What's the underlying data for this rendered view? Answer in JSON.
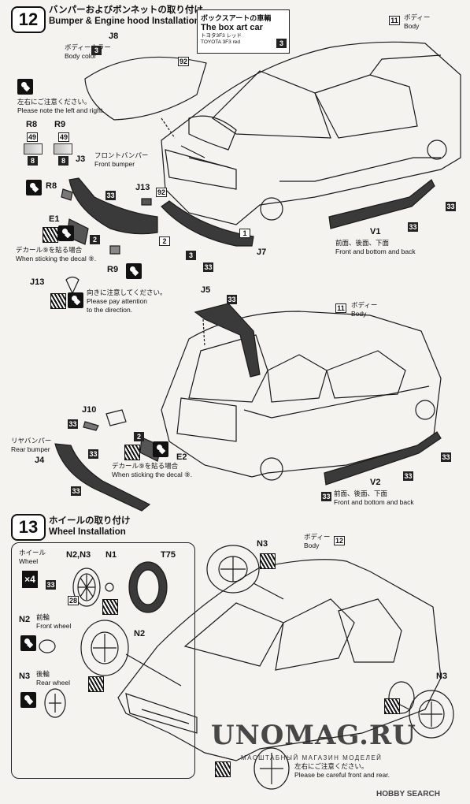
{
  "step12": {
    "number": "12",
    "title_jp": "バンパーおよびボンネットの取り付け",
    "title_en": "Bumper & Engine hood Installation"
  },
  "boxart": {
    "jp": "ボックスアートの車輌",
    "en": "The box art car",
    "color_jp": "トヨタ3F3 レッド",
    "color_en": "TOYOTA 3F3 red",
    "code": "3"
  },
  "body_ref_top": {
    "num": "11",
    "jp": "ボディー",
    "en": "Body"
  },
  "hood": {
    "part": "J8",
    "color_jp": "ボディーカラー",
    "color_en": "Body color",
    "code": "3",
    "decal": "92"
  },
  "note_lr": {
    "jp": "左右にご注意ください。",
    "en": "Please note the left and right."
  },
  "r8": {
    "label": "R8",
    "num": "49",
    "code": "8"
  },
  "r9": {
    "label": "R9",
    "num": "49",
    "code": "8"
  },
  "front_bumper": {
    "part": "J3",
    "jp": "フロントバンパー",
    "en": "Front bumper",
    "code": "33"
  },
  "r8_small": "R8",
  "j13": "J13",
  "j13_decal": "92",
  "e1": {
    "part": "E1",
    "code": "2"
  },
  "decal_note_front": {
    "jp": "デカール⑨を貼る場合",
    "en": "When sticking the decal ⑨."
  },
  "r9_small": "R9",
  "j7": {
    "part": "J7",
    "code": "3",
    "code2": "33"
  },
  "mark2": "2",
  "mark1": "1",
  "v1": {
    "part": "V1",
    "code": "33",
    "code2": "33",
    "jp": "前面、後面、下面",
    "en": "Front and bottom and back"
  },
  "j13_note": {
    "part": "J13",
    "jp": "向きに注意してください。",
    "en1": "Please pay attention",
    "en2": "to the direction."
  },
  "j5": {
    "part": "J5",
    "code": "33"
  },
  "body_ref_mid": {
    "num": "11",
    "jp": "ボディー",
    "en": "Body"
  },
  "j10": {
    "part": "J10",
    "code": "33"
  },
  "rear_bumper": {
    "part": "J4",
    "jp": "リヤバンパー",
    "en": "Rear bumper",
    "code": "33",
    "code2": "33"
  },
  "e2": {
    "part": "E2",
    "code": "2"
  },
  "decal_note_rear": {
    "jp": "デカール⑨を貼る場合",
    "en": "When sticking the decal ⑨."
  },
  "v2": {
    "part": "V2",
    "code": "33",
    "code2": "33",
    "code3": "33",
    "jp": "前面、後面、下面",
    "en": "Front and bottom and back"
  },
  "step13": {
    "number": "13",
    "title_jp": "ホイールの取り付け",
    "title_en": "Wheel Installation"
  },
  "wheel": {
    "jp": "ホイール",
    "en": "Wheel",
    "qty": "×4",
    "n23": "N2,N3",
    "n1": "N1",
    "t75": "T75",
    "code": "33",
    "code2": "28"
  },
  "n2_front": {
    "part": "N2",
    "jp": "前輪",
    "en": "Front wheel"
  },
  "n3_rear": {
    "part": "N3",
    "jp": "後輪",
    "en": "Rear wheel"
  },
  "body_ref_bottom": {
    "num": "12",
    "jp": "ボディー",
    "en": "Body"
  },
  "n3_top": "N3",
  "n2_mid": "N2",
  "n3_right": "N3",
  "lr_note_bottom": {
    "jp": "左右にご注意ください。",
    "en": "Please be careful front and rear."
  },
  "watermark": "UNOMAG.RU",
  "watermark_sub": "МАСШТАБНЫЙ МАГАЗИН МОДЕЛЕЙ",
  "hobbysearch": "HOBBY SEARCH"
}
